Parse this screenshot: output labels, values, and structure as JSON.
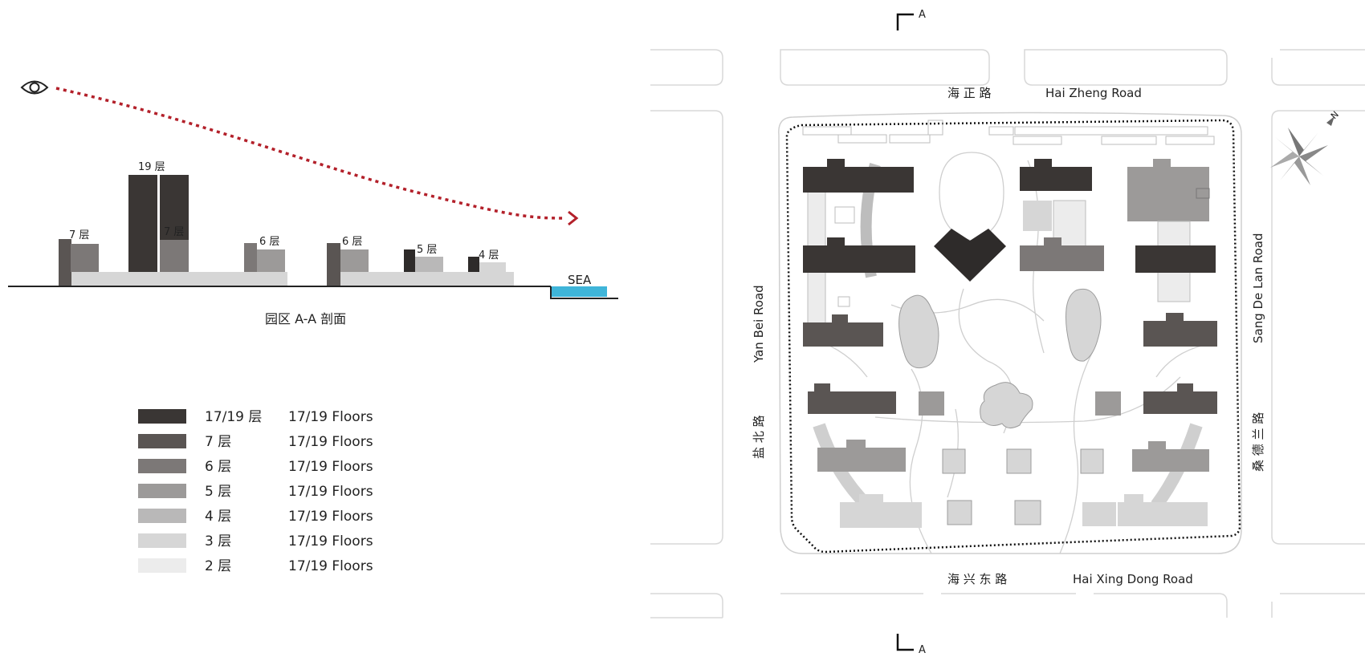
{
  "section": {
    "caption": "园区 A-A 剖面",
    "sea_label": "SEA",
    "floor_labels": {
      "f19": "19 层",
      "f7_left": "7 层",
      "f7_mid": "7 层",
      "f6_a": "6 层",
      "f6_b": "6 层",
      "f5": "5 层",
      "f4": "4 层"
    }
  },
  "legend": {
    "items": [
      {
        "cn": "17/19 层",
        "en": "17/19 Floors",
        "color": "#3a3634"
      },
      {
        "cn": "7 层",
        "en": "17/19 Floors",
        "color": "#5a5553"
      },
      {
        "cn": "6 层",
        "en": "17/19 Floors",
        "color": "#7c7877"
      },
      {
        "cn": "5 层",
        "en": "17/19 Floors",
        "color": "#9c9a99"
      },
      {
        "cn": "4 层",
        "en": "17/19 Floors",
        "color": "#b9b8b8"
      },
      {
        "cn": "3 层",
        "en": "17/19 Floors",
        "color": "#d6d6d6"
      },
      {
        "cn": "2 层",
        "en": "17/19 Floors",
        "color": "#ececec"
      }
    ]
  },
  "plan": {
    "section_marker": "A",
    "section_marker_bottom": "A",
    "roads": {
      "north_cn": "海 正 路",
      "north_en": "Hai Zheng Road",
      "south_cn": "海 兴 东 路",
      "south_en": "Hai Xing Dong Road",
      "west_cn": "盐 北 路",
      "west_en": "Yan Bei Road",
      "east_cn": "桑 德 兰 路",
      "east_en": "Sang De Lan Road"
    },
    "north_arrow_label": "N"
  },
  "colors": {
    "dark": "#2e2b2a",
    "sea": "#3fb5d9",
    "arrow": "#b3202a"
  }
}
